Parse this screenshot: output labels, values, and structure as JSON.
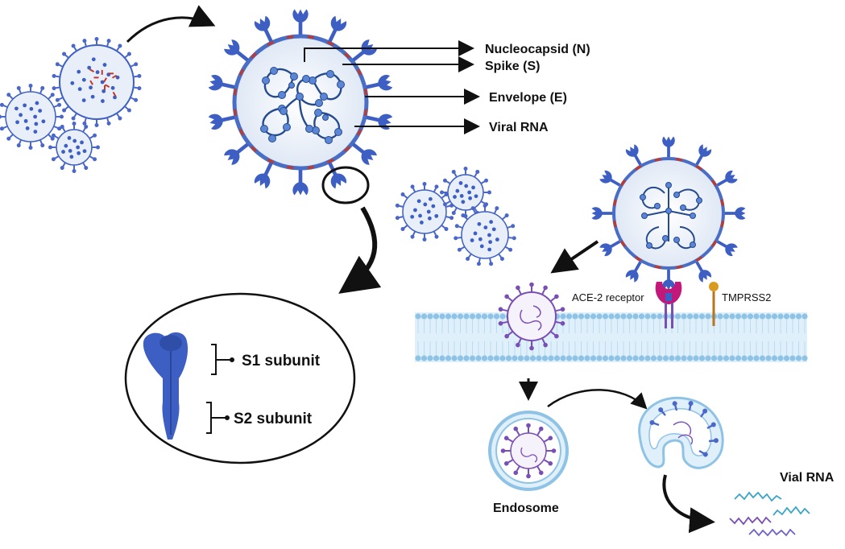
{
  "labels": {
    "nucleocapsid": "Nucleocapsid (N)",
    "spike": "Spike (S)",
    "envelope": "Envelope (E)",
    "viral_rna": "Viral RNA",
    "s1_subunit": "S1 subunit",
    "s2_subunit": "S2 subunit",
    "ace2_receptor": "ACE-2 receptor",
    "tmprss2": "TMPRSS2",
    "endosome": "Endosome",
    "vial_rna": "Vial RNA"
  },
  "colors": {
    "spike_blue": "#3d5fc4",
    "envelope_red": "#c0392b",
    "capsule_fill": "#eef4fb",
    "membrane_blue": "#8fc3e6",
    "ace2_magenta": "#c2187a",
    "tmprss2_orange": "#d99a1e",
    "purple": "#7a4fb5",
    "rna_cyan": "#3aa5c9"
  }
}
